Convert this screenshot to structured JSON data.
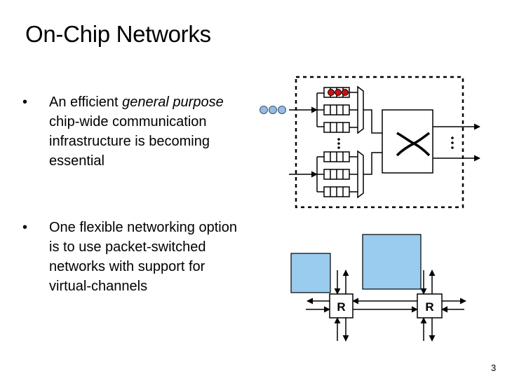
{
  "slide": {
    "title": "On-Chip Networks",
    "bullet_marker": "•",
    "bullets": [
      {
        "before": "An efficient ",
        "emphasis": "general purpose",
        "after": " chip-wide communication infrastructure is becoming essential"
      },
      {
        "text": "One flexible networking option is to use packet-switched networks with support for virtual-channels"
      }
    ],
    "slide_number": "3"
  },
  "router_diagram": {
    "router_label": "R",
    "router_count": 2,
    "tile_color": "#99ccee",
    "flit_color_active": "#cc1111",
    "flit_color_waiting": "#99bbdd"
  }
}
